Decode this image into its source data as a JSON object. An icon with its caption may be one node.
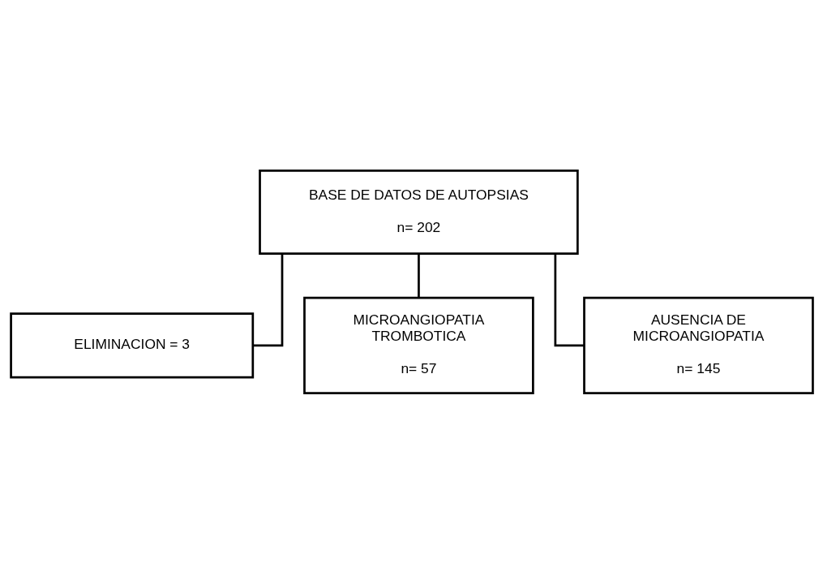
{
  "diagram": {
    "nodes": [
      {
        "text": [
          "BASE DE DATOS DE AUTOPSIAS",
          "n= 202"
        ]
      },
      {
        "text": [
          "ELIMINACION = 3"
        ]
      },
      {
        "text": [
          "MICROANGIOPATIA TROMBOTICA",
          "n= 57"
        ]
      },
      {
        "text": [
          "AUSENCIA DE MICROANGIOPATIA",
          "n= 145"
        ]
      }
    ],
    "edges": [
      {
        "from": 0,
        "to": 1,
        "arrow": "none"
      },
      {
        "from": 0,
        "to": 2,
        "arrow": "none"
      },
      {
        "from": 0,
        "to": 3,
        "arrow": "none"
      }
    ]
  }
}
